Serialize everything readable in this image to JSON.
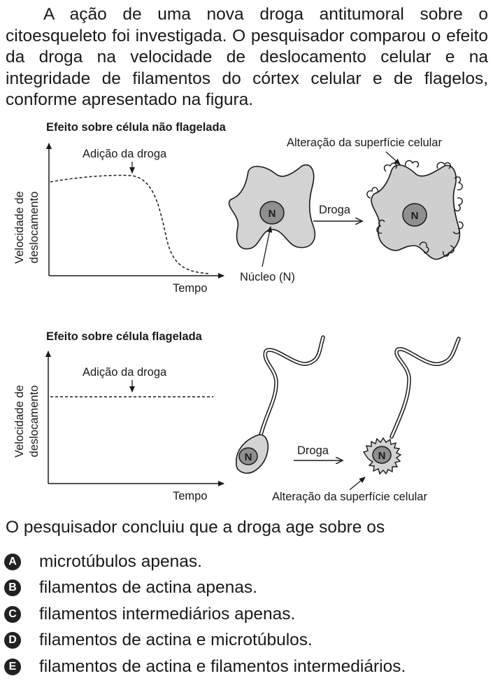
{
  "intro": "A ação de uma nova droga antitumoral sobre o citoesqueleto foi investigada. O pesquisador comparou o efeito da droga na velocidade de deslocamento celular e na integridade de filamentos do córtex celular e de flagelos, conforme apresentado na figura.",
  "figure_top": {
    "title": "Efeito sobre célula não flagelada",
    "ylabel_line1": "Velocidade de",
    "ylabel_line2": "deslocamento",
    "xlabel": "Tempo",
    "drug_label": "Adição da droga",
    "surface_label": "Alteração da superfície celular",
    "nucleus_label": "Núcleo (N)",
    "arrow_label": "Droga",
    "nucleus_letter": "N"
  },
  "figure_bottom": {
    "title": "Efeito sobre célula flagelada",
    "ylabel_line1": "Velocidade de",
    "ylabel_line2": "deslocamento",
    "xlabel": "Tempo",
    "drug_label": "Adição da droga",
    "surface_label": "Alteração da superfície celular",
    "arrow_label": "Droga",
    "nucleus_letter": "N"
  },
  "question": "O pesquisador concluiu que a droga age sobre os",
  "options": [
    {
      "letter": "A",
      "text": "microtúbulos apenas."
    },
    {
      "letter": "B",
      "text": "filamentos de actina apenas."
    },
    {
      "letter": "C",
      "text": "filamentos intermediários apenas."
    },
    {
      "letter": "D",
      "text": "filamentos de actina e microtúbulos."
    },
    {
      "letter": "E",
      "text": "filamentos de actina e filamentos intermediários."
    }
  ],
  "colors": {
    "cell_fill": "#d3d3d3",
    "nucleus_fill": "#8f8f8f",
    "ink": "#1a1a1a"
  }
}
